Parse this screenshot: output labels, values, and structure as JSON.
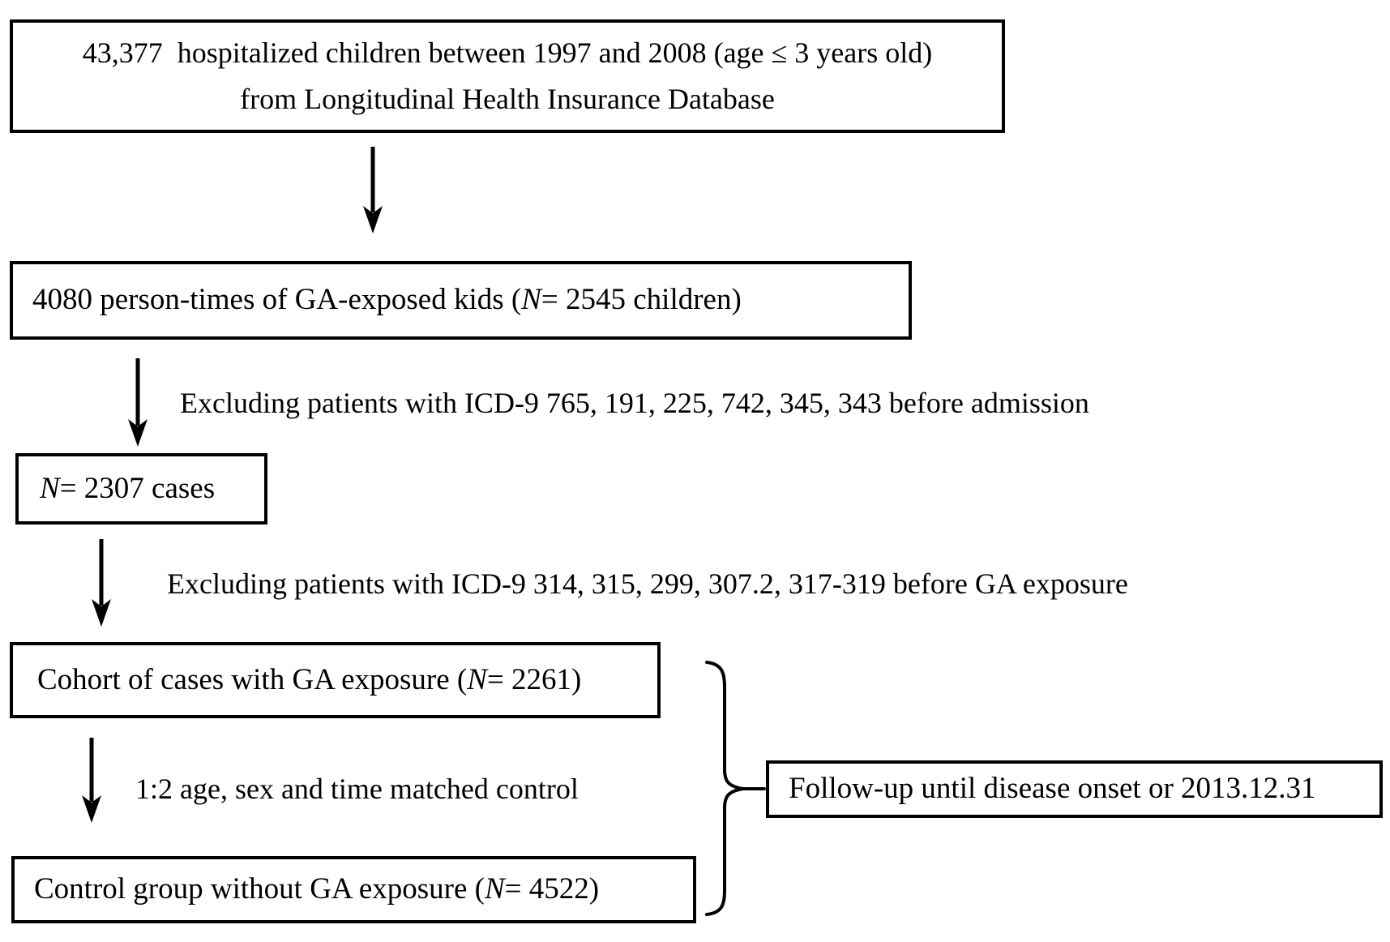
{
  "figure": {
    "background": "#ffffff",
    "line_color": "#000000",
    "text_color": "#000000"
  },
  "boxes": {
    "source": {
      "line1": "43,377  hospitalized children between 1997 and 2008 (age ≤ 3 years old)",
      "line2": "from Longitudinal Health Insurance Database"
    },
    "ga_exposed": {
      "prefix": "4080 person-times of GA-exposed kids (",
      "n": "N",
      "suffix": " = 2545 children)"
    },
    "cases": {
      "n": "N",
      "suffix": " = 2307 cases"
    },
    "cohort": {
      "prefix": "Cohort of cases with GA exposure (",
      "n": "N",
      "suffix": " = 2261)"
    },
    "control": {
      "prefix": "Control group without GA exposure (",
      "n": "N",
      "suffix": " = 4522)"
    },
    "followup": {
      "text": "Follow-up until disease onset or 2013.12.31"
    }
  },
  "labels": {
    "exclusion1": "Excluding patients with ICD-9 765, 191, 225, 742, 345, 343 before admission",
    "exclusion2": "Excluding patients with ICD-9 314, 315, 299, 307.2, 317-319 before GA exposure",
    "matching": "1:2 age, sex and time matched control"
  }
}
